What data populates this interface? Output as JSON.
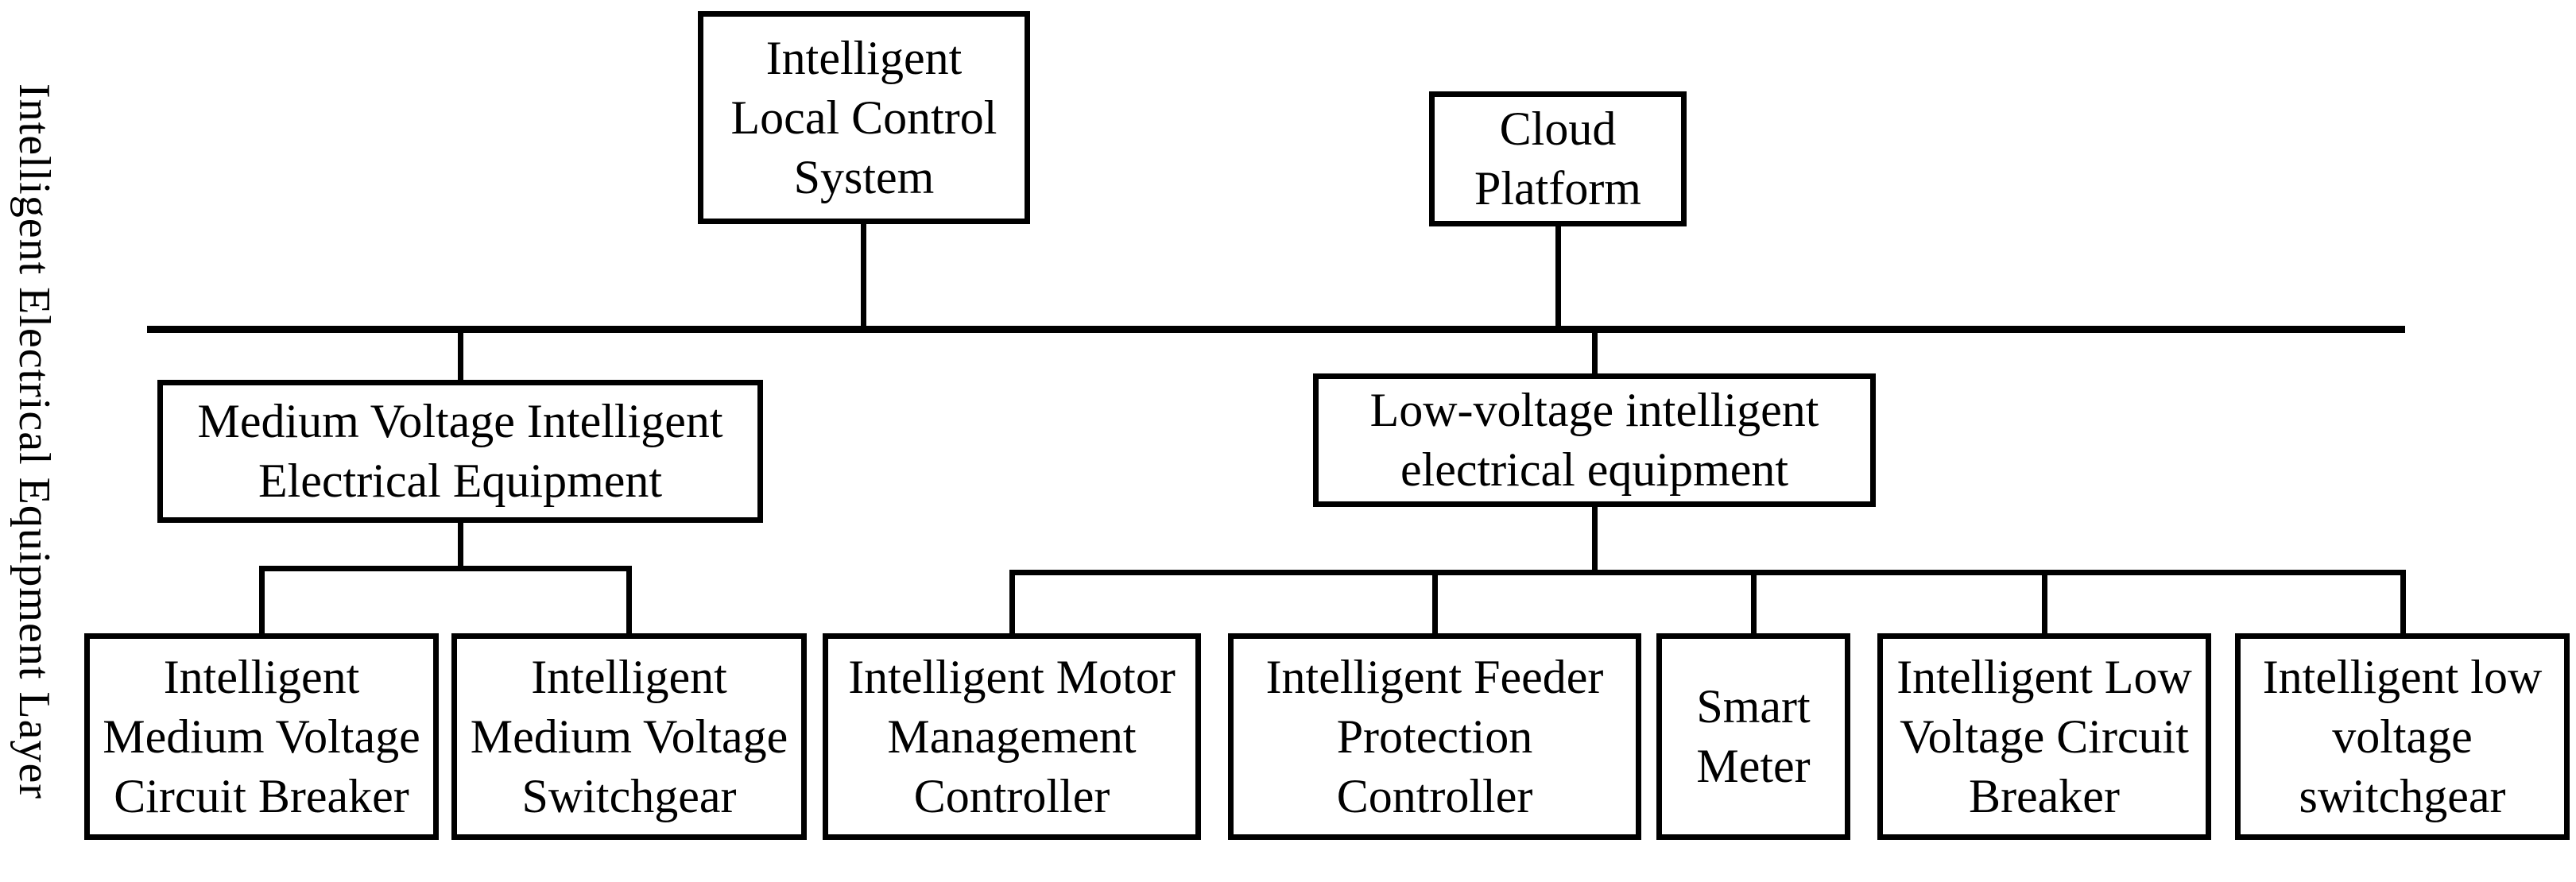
{
  "side_label": "Intelligent Electrical Equipment Layer",
  "colors": {
    "line": "#000000",
    "box_background": "#ffffff",
    "text": "#000000"
  },
  "nodes": {
    "local_control": "Intelligent\nLocal Control\nSystem",
    "cloud_platform": "Cloud\nPlatform",
    "medium_voltage_group": "Medium Voltage Intelligent\nElectrical Equipment",
    "low_voltage_group": "Low-voltage intelligent\nelectrical equipment",
    "mv_circuit_breaker": "Intelligent\nMedium Voltage\nCircuit Breaker",
    "mv_switchgear": "Intelligent\nMedium Voltage\nSwitchgear",
    "motor_management_controller": "Intelligent Motor\nManagement\nController",
    "feeder_protection_controller": "Intelligent Feeder\nProtection\nController",
    "smart_meter": "Smart\nMeter",
    "lv_circuit_breaker": "Intelligent Low\nVoltage Circuit\nBreaker",
    "lv_switchgear": "Intelligent low\nvoltage\nswitchgear"
  }
}
